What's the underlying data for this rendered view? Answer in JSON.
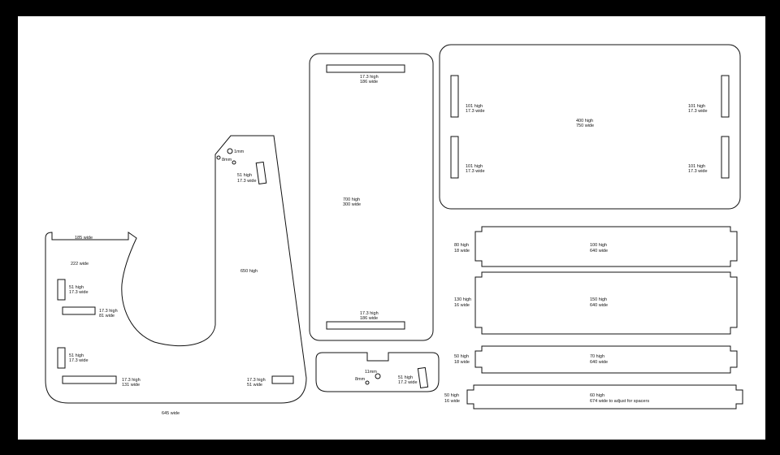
{
  "side_panel": {
    "top_width": "185 wide",
    "inner_width": "222 wide",
    "height": "650 high",
    "bottom_width": "645 wide",
    "hole_a": "1mm",
    "hole_b": "8mm",
    "slot_top": [
      "51 high",
      "17.3 wide"
    ],
    "slot_left_1": [
      "51 high",
      "17.3 wide"
    ],
    "slot_horiz_1": [
      "17.3 high",
      "81 wide"
    ],
    "slot_left_2": [
      "51 high",
      "17.3 wide"
    ],
    "slot_horiz_2": [
      "17.3 high",
      "131 wide"
    ],
    "slot_bottom_right": [
      "17.3 high",
      "51 wide"
    ]
  },
  "back_panel": {
    "top_slot": [
      "17.3 high",
      "186 wide"
    ],
    "size": [
      "700 high",
      "300 wide"
    ],
    "bottom_slot": [
      "17.3 high",
      "186 wide"
    ]
  },
  "base_panel": {
    "size": [
      "400 high",
      "750 wide"
    ],
    "slot_tl": [
      "101 high",
      "17.3 wide"
    ],
    "slot_tr": [
      "101 high",
      "17.3 wide"
    ],
    "slot_bl": [
      "101 high",
      "17.3 wide"
    ],
    "slot_br": [
      "101 high",
      "17.3 wide"
    ]
  },
  "small_bracket": {
    "hole_a": "11mm",
    "hole_b": "8mm",
    "slot": [
      "51 high",
      "17.2 wide"
    ]
  },
  "shelf_1": {
    "end": [
      "80 high",
      "18 wide"
    ],
    "size": [
      "100 high",
      "640 wide"
    ]
  },
  "shelf_2": {
    "end": [
      "130 high",
      "16 wide"
    ],
    "size": [
      "150 high",
      "640 wide"
    ]
  },
  "shelf_3": {
    "end": [
      "50 high",
      "18 wide"
    ],
    "size": [
      "70 high",
      "640 wide"
    ]
  },
  "shelf_4": {
    "end": [
      "50 high",
      "16 wide"
    ],
    "size": [
      "60 high",
      "674 wide to adjust for spacers"
    ]
  }
}
